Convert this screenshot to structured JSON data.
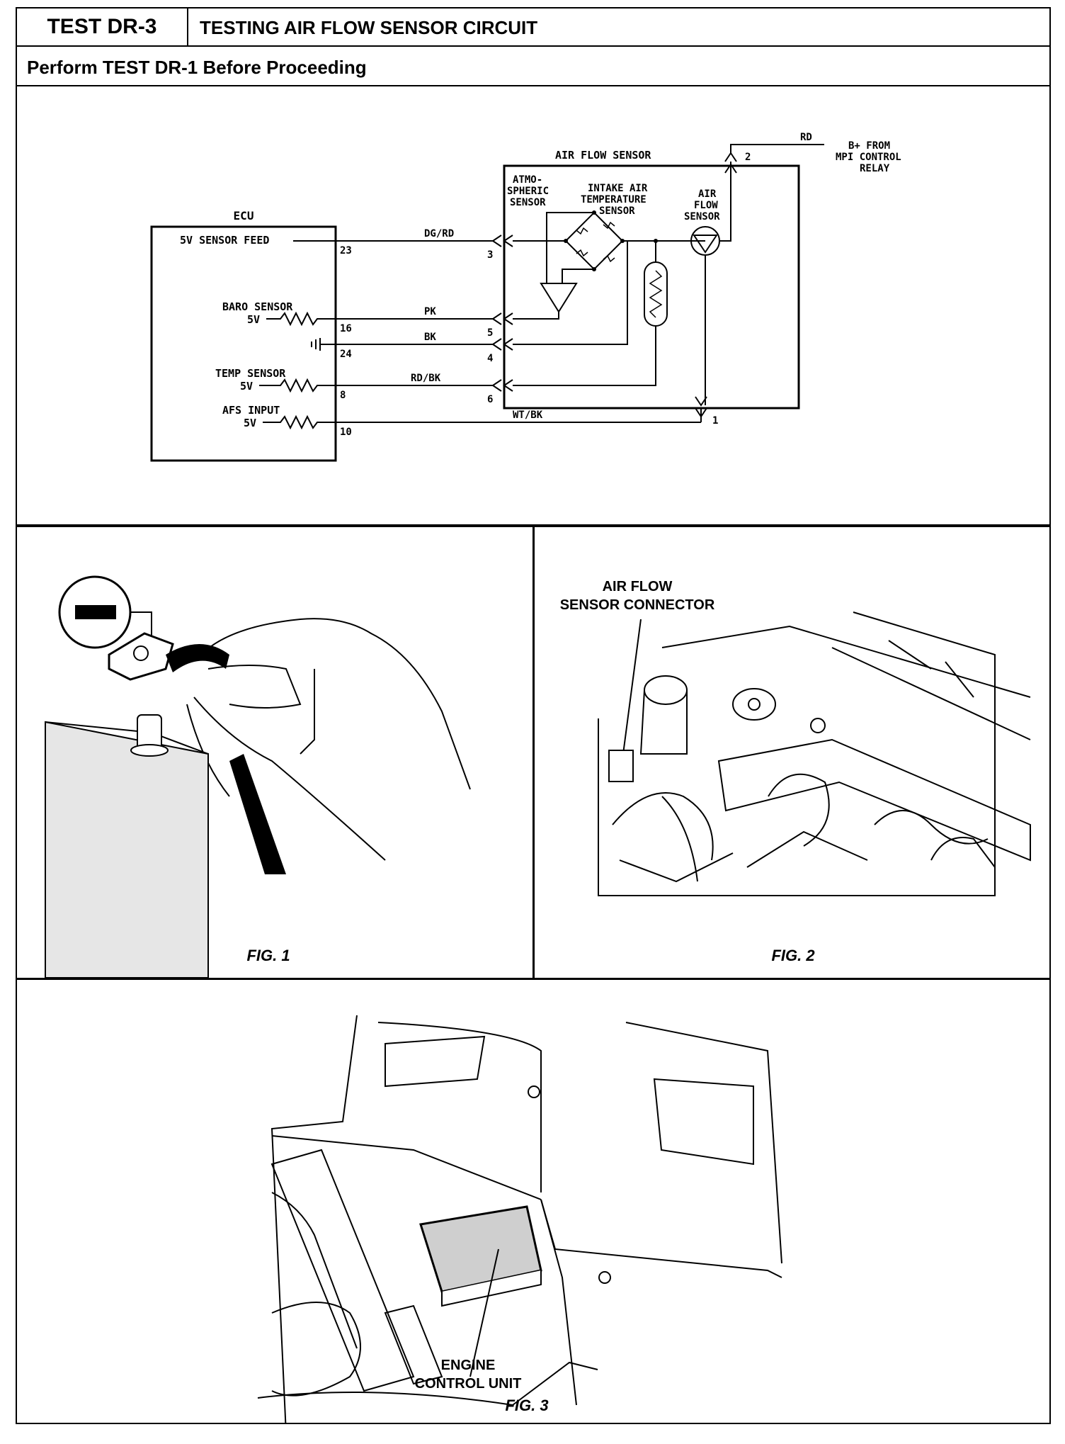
{
  "header": {
    "test_id": "TEST DR-3",
    "title": "TESTING AIR FLOW SENSOR CIRCUIT",
    "prerequisite": "Perform TEST DR-1 Before Proceeding"
  },
  "schematic": {
    "ecu_label": "ECU",
    "afs_block_label": "AIR FLOW SENSOR",
    "atmospheric_label": [
      "ATMO-",
      "SPHERIC",
      "SENSOR"
    ],
    "intake_temp_label": [
      "INTAKE AIR",
      "TEMPERATURE",
      "SENSOR"
    ],
    "afs_element_label": [
      "AIR",
      "FLOW",
      "SENSOR"
    ],
    "power_source": [
      "B+ FROM",
      "MPI CONTROL",
      "RELAY"
    ],
    "ecu_items": [
      "5V SENSOR FEED",
      "BARO SENSOR",
      "TEMP SENSOR",
      "AFS INPUT"
    ],
    "ecu_voltage": "5V",
    "ecu_pins": [
      "23",
      "16",
      "24",
      "8",
      "10"
    ],
    "wires": [
      "DG/RD",
      "PK",
      "BK",
      "RD/BK",
      "WT/BK",
      "RD"
    ],
    "connector_pins": [
      "3",
      "5",
      "4",
      "6",
      "1",
      "2"
    ]
  },
  "figures": {
    "fig1": {
      "caption": "FIG. 1"
    },
    "fig2": {
      "caption": "FIG. 2",
      "callout": [
        "AIR FLOW",
        "SENSOR CONNECTOR"
      ]
    },
    "fig3": {
      "caption": "FIG. 3",
      "callout": [
        "ENGINE",
        "CONTROL UNIT"
      ]
    }
  }
}
